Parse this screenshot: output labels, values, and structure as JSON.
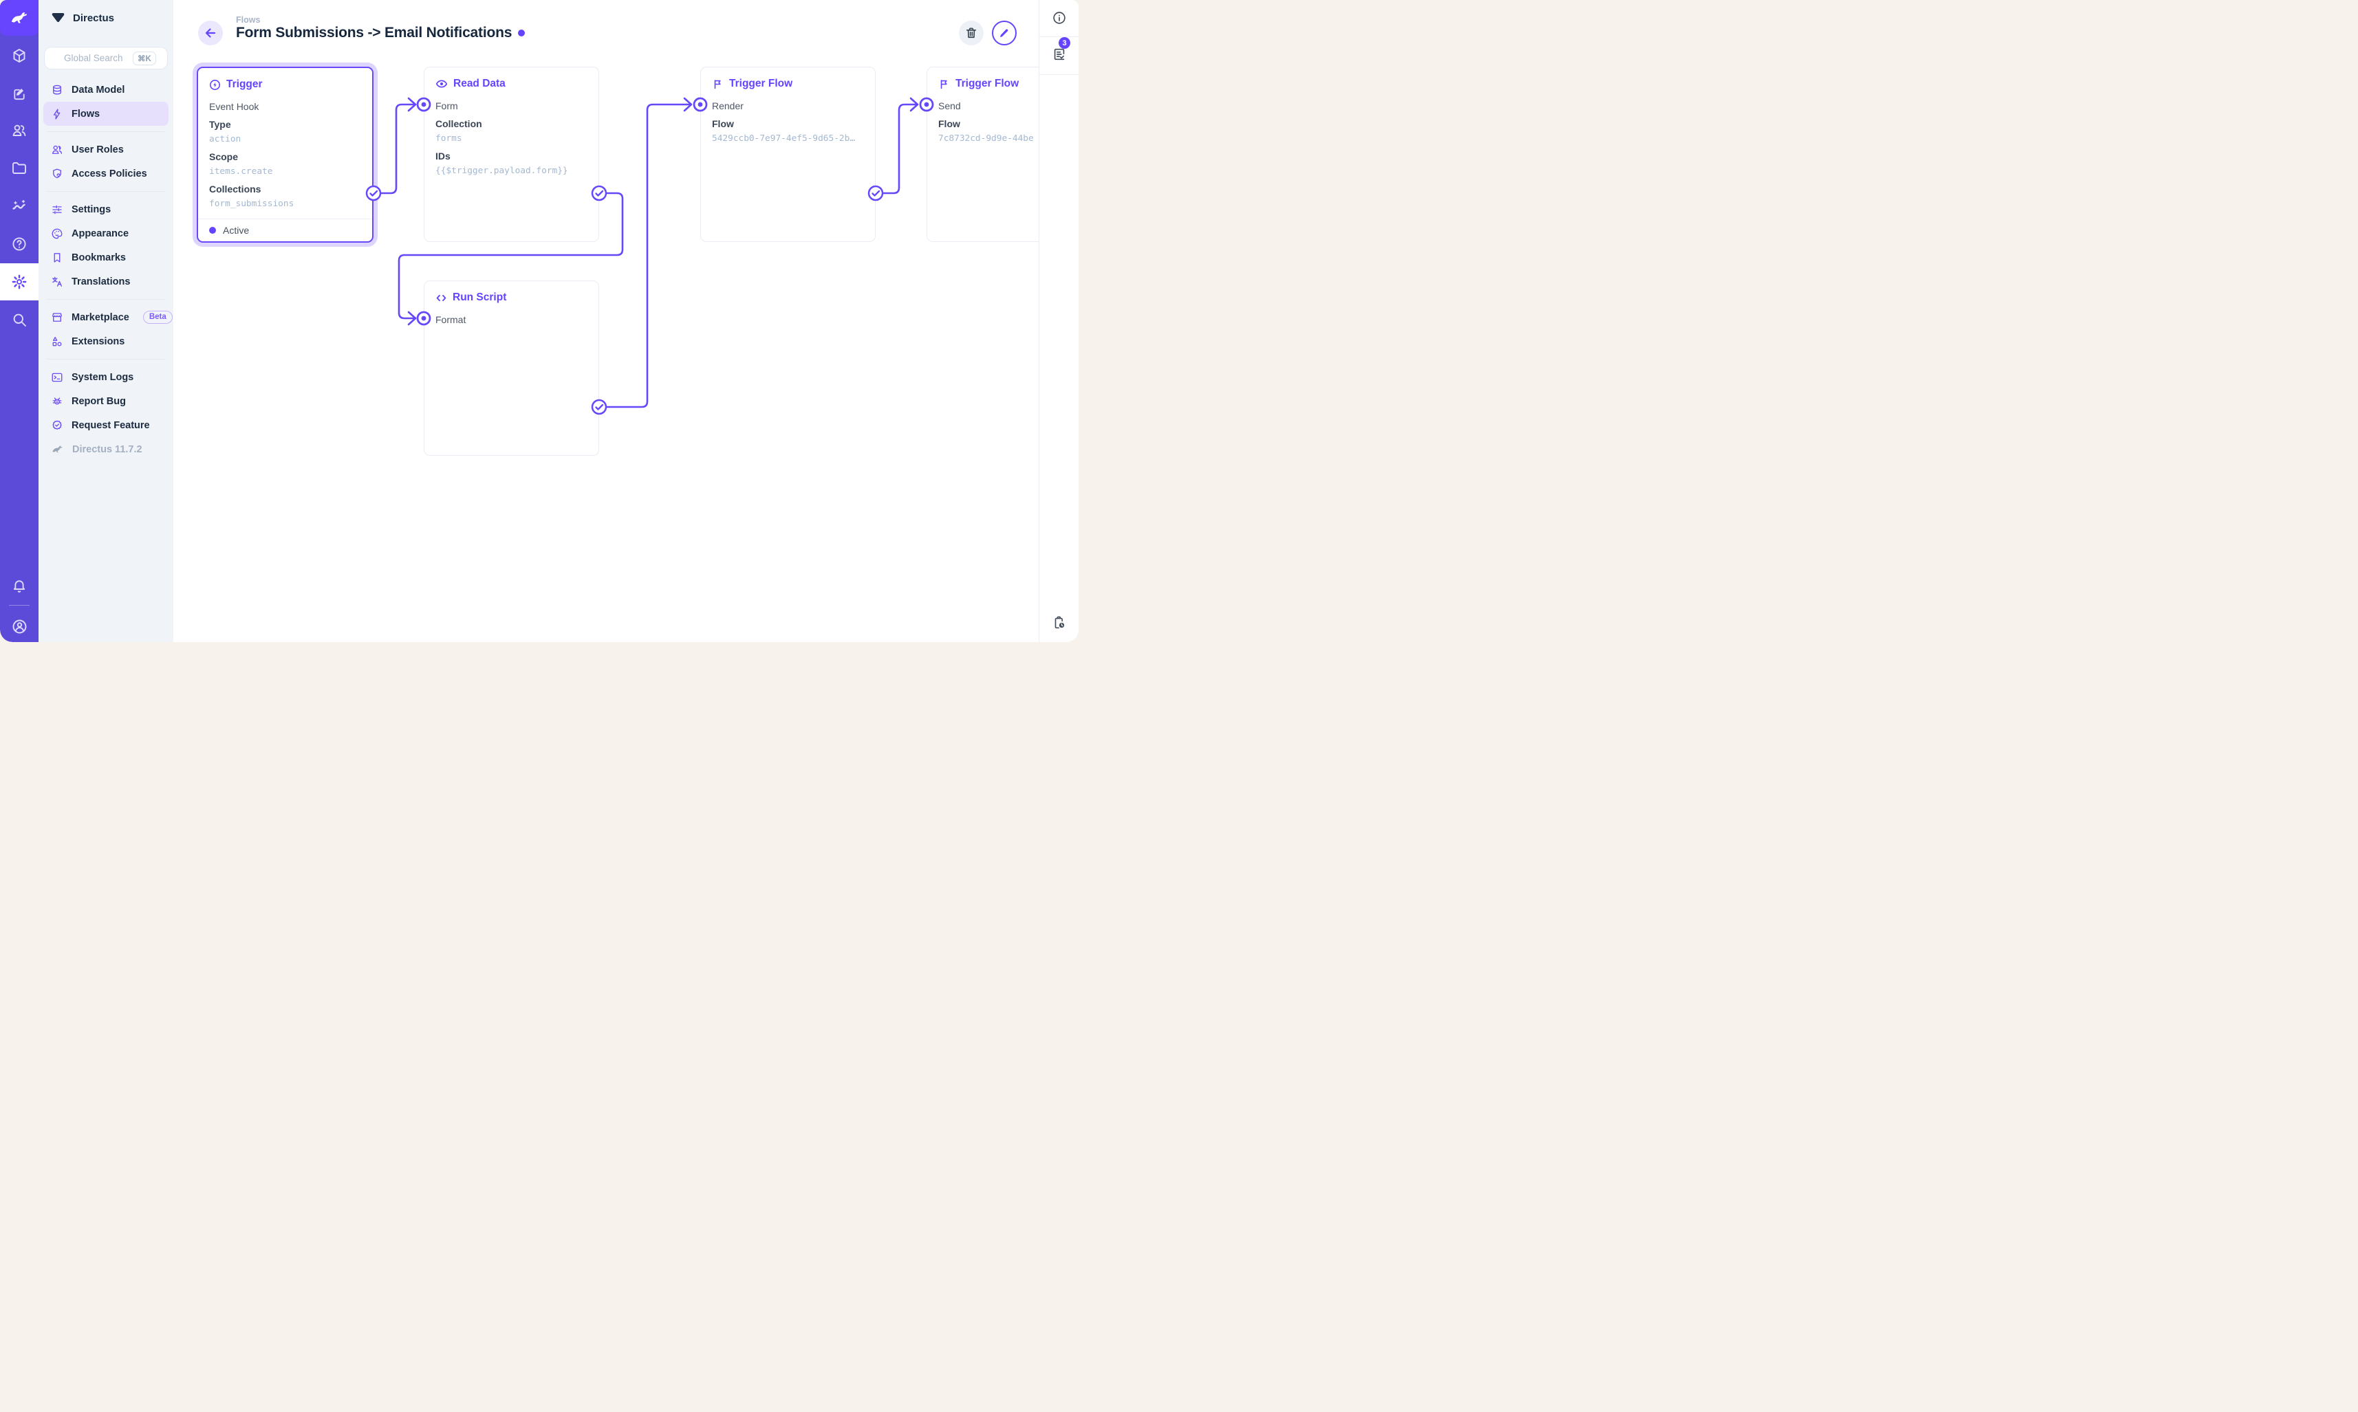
{
  "app": {
    "accent_color": "#6644ff",
    "module_bar_color": "#5c4ad8",
    "page_background": "#f8f2ec"
  },
  "module_bar": {
    "icons": [
      "directus-rabbit-logo",
      "box",
      "edit",
      "people",
      "folder",
      "insights",
      "help",
      "settings",
      "search",
      "bell",
      "account-circle"
    ],
    "active_module": "settings"
  },
  "sidebar": {
    "project_name": "Directus",
    "search": {
      "placeholder": "Global Search",
      "shortcut": "⌘K"
    },
    "items": [
      {
        "label": "Data Model"
      },
      {
        "label": "Flows"
      },
      {
        "label": "User Roles"
      },
      {
        "label": "Access Policies"
      },
      {
        "label": "Settings"
      },
      {
        "label": "Appearance"
      },
      {
        "label": "Bookmarks"
      },
      {
        "label": "Translations"
      },
      {
        "label": "Marketplace",
        "badge": "Beta"
      },
      {
        "label": "Extensions"
      },
      {
        "label": "System Logs"
      },
      {
        "label": "Report Bug"
      },
      {
        "label": "Request Feature"
      }
    ],
    "version": "Directus 11.7.2"
  },
  "header": {
    "breadcrumb": "Flows",
    "title": "Form Submissions -> Email Notifications"
  },
  "right_dock": {
    "logs_badge": "3"
  },
  "flow": {
    "nodes": [
      {
        "title": "Trigger",
        "icon": "bolt-circle-icon",
        "selected": true,
        "rows": [
          {
            "text": "Event Hook"
          },
          {
            "text": "Type"
          },
          {
            "text": "action"
          },
          {
            "text": "Scope"
          },
          {
            "text": "items.create"
          },
          {
            "text": "Collections"
          },
          {
            "text": "form_submissions"
          }
        ],
        "footer_status": "Active"
      },
      {
        "title": "Read Data",
        "icon": "eye-icon",
        "input_label": "Form",
        "rows": [
          {
            "text": "Collection"
          },
          {
            "text": "forms"
          },
          {
            "text": "IDs"
          },
          {
            "text": "{{$trigger.payload.form}}"
          }
        ]
      },
      {
        "title": "Trigger Flow",
        "icon": "flag-icon",
        "input_label": "Render",
        "rows": [
          {
            "text": "Flow"
          },
          {
            "text": "5429ccb0-7e97-4ef5-9d65-2b…"
          }
        ]
      },
      {
        "title": "Trigger Flow",
        "icon": "flag-icon",
        "input_label": "Send",
        "rows": [
          {
            "text": "Flow"
          },
          {
            "text": "7c8732cd-9d9e-44be"
          }
        ]
      },
      {
        "title": "Run Script",
        "icon": "code-icon",
        "input_label": "Format",
        "rows": []
      }
    ]
  }
}
